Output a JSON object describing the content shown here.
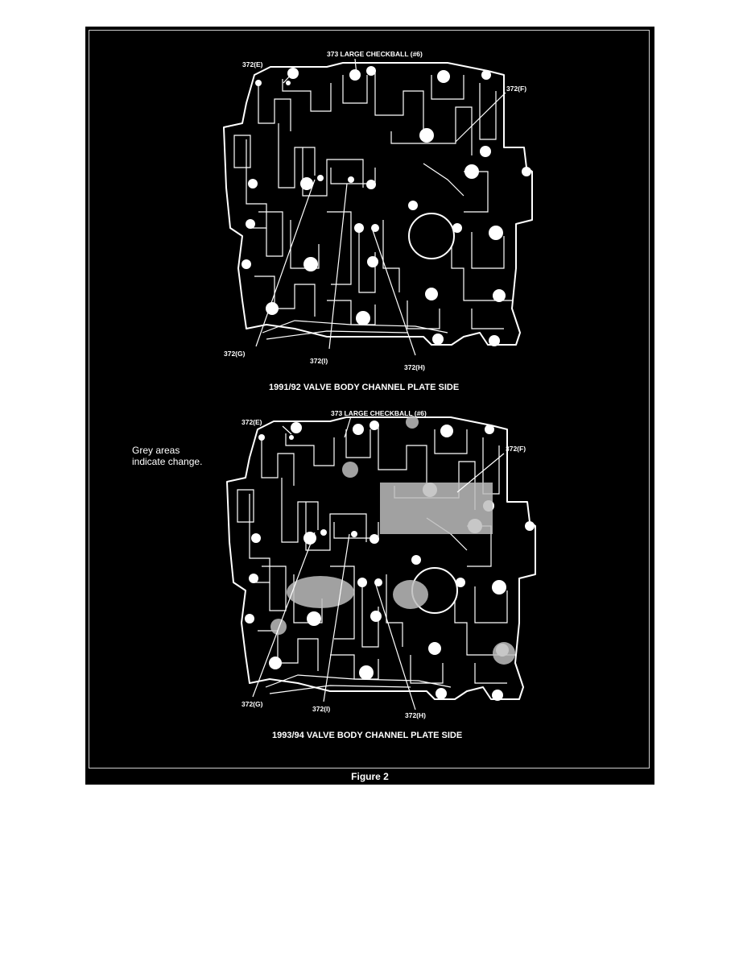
{
  "figure": {
    "caption": "Figure 2",
    "note_line1": "Grey areas",
    "note_line2": "indicate change.",
    "top": {
      "title": "1991/92 VALVE BODY CHANNEL PLATE SIDE",
      "labels": {
        "checkball": "373 LARGE CHECKBALL (#6)",
        "e": "372(E)",
        "f": "372(F)",
        "g": "372(G)",
        "i": "372(I)",
        "h": "372(H)"
      }
    },
    "bottom": {
      "title": "1993/94 VALVE BODY CHANNEL PLATE SIDE",
      "labels": {
        "checkball": "373 LARGE CHECKBALL (#6)",
        "e": "372(E)",
        "f": "372(F)",
        "g": "372(G)",
        "i": "372(I)",
        "h": "372(H)"
      }
    }
  }
}
